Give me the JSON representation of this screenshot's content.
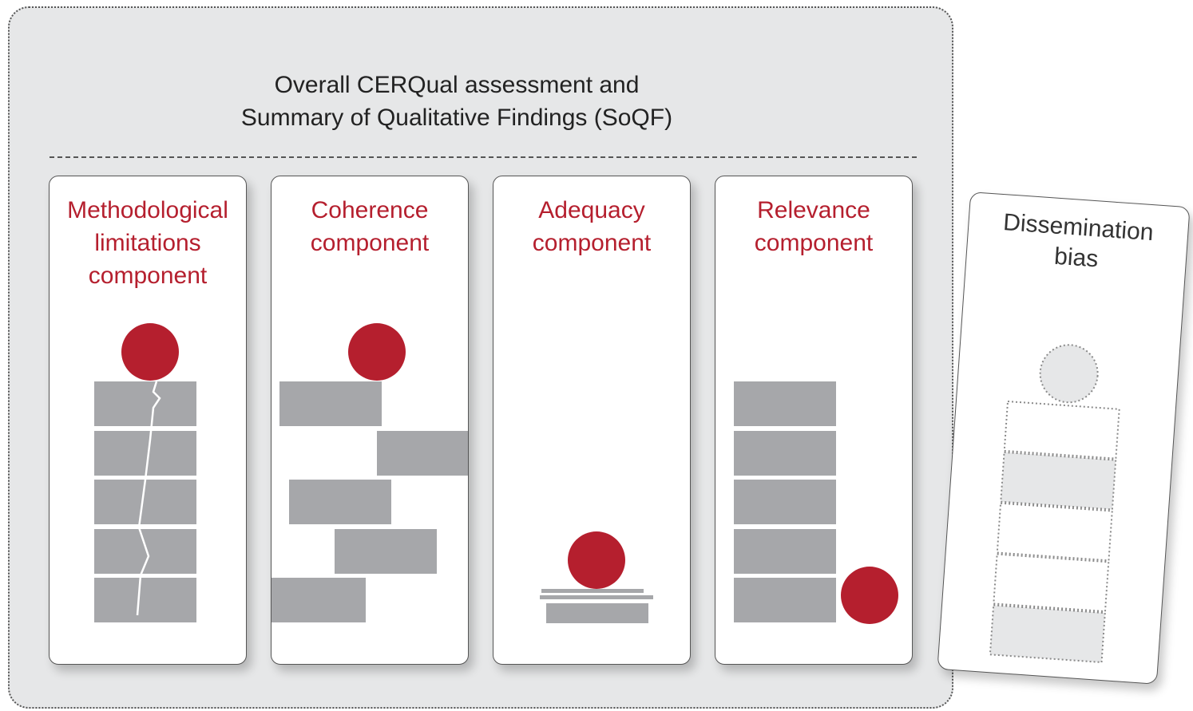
{
  "title": {
    "line1": "Overall CERQual assessment and",
    "line2": "Summary of Qualitative Findings (SoQF)"
  },
  "components": [
    {
      "line1": "Methodological",
      "line2": "limitations",
      "line3": "component"
    },
    {
      "line1": "Coherence",
      "line2": "component"
    },
    {
      "line1": "Adequacy",
      "line2": "component"
    },
    {
      "line1": "Relevance",
      "line2": "component"
    }
  ],
  "side_panel": {
    "line1": "Dissemination",
    "line2": "bias"
  },
  "colors": {
    "accent": "#b51f2e",
    "block": "#a6a7aa",
    "panel_bg": "#e6e7e8"
  }
}
